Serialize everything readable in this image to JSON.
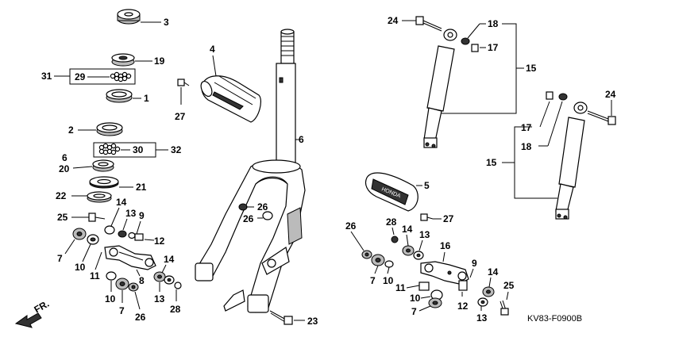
{
  "diagram": {
    "code": "KV83-F0900B",
    "direction": "FR.",
    "labels": {
      "l3": "3",
      "l19": "19",
      "l31": "31",
      "l29": "29",
      "l1": "1",
      "l2": "2",
      "l30": "30",
      "l32": "32",
      "l6a": "6",
      "l20": "20",
      "l21": "21",
      "l22": "22",
      "l25a": "25",
      "l14a": "14",
      "l13a": "13",
      "l9a": "9",
      "l12a": "12",
      "l7a": "7",
      "l10a": "10",
      "l11a": "11",
      "l8": "8",
      "l14b": "14",
      "l13b": "13",
      "l28a": "28",
      "l10b": "10",
      "l7b": "7",
      "l26a": "26",
      "l4": "4",
      "l27a": "27",
      "l6b": "6",
      "l26b": "26",
      "l26c": "26",
      "l23": "23",
      "l24a": "24",
      "l18a": "18",
      "l17a": "17",
      "l15a": "15",
      "l24b": "24",
      "l17b": "17",
      "l18b": "18",
      "l15b": "15",
      "l5": "5",
      "l28b": "28",
      "l27b": "27",
      "l26d": "26",
      "l14c": "14",
      "l13c": "13",
      "l16": "16",
      "l7c": "7",
      "l10c": "10",
      "l9b": "9",
      "l11b": "11",
      "l10d": "10",
      "l7d": "7",
      "l12b": "12",
      "l14d": "14",
      "l13d": "13",
      "l25b": "25"
    }
  }
}
